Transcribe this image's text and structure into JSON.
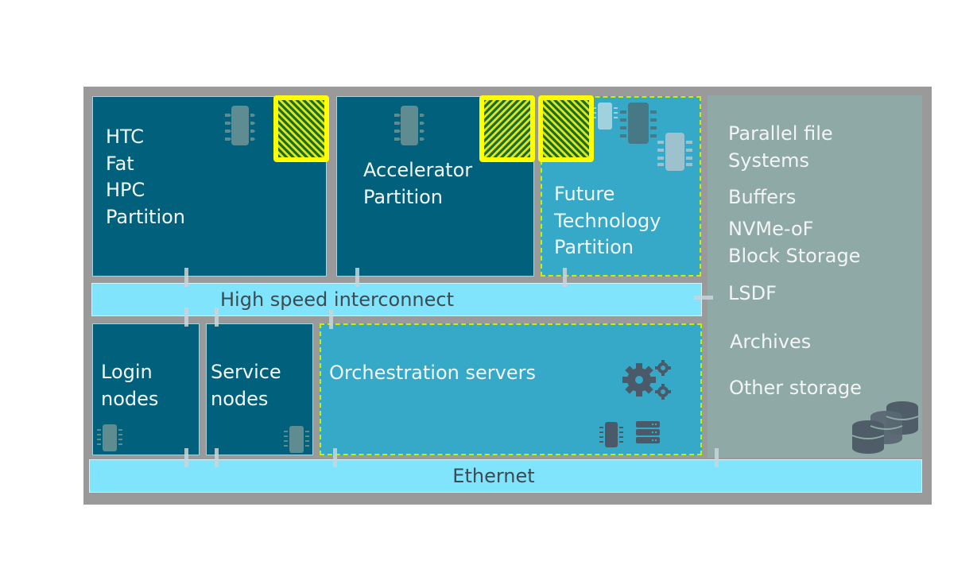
{
  "diagram": {
    "partitions": {
      "htc": {
        "label": "HTC\nFat\nHPC\nPartition"
      },
      "accelerator": {
        "label": "Accelerator\nPartition"
      },
      "future": {
        "label": "Future\nTechnology\nPartition"
      }
    },
    "interconnect": {
      "label": "High speed interconnect"
    },
    "nodes": {
      "login": {
        "label": "Login\nnodes"
      },
      "service": {
        "label": "Service\nnodes"
      },
      "orchestration": {
        "label": "Orchestration servers"
      }
    },
    "ethernet": {
      "label": "Ethernet"
    },
    "storage": {
      "items": [
        "Parallel file\nSystems",
        "Buffers",
        "NVMe-oF\nBlock Storage",
        "LSDF",
        "Archives",
        "Other storage"
      ]
    },
    "icons": [
      "chip-icon",
      "hatched-highlight",
      "gears-icon",
      "server-rack-icon",
      "database-icon"
    ],
    "colors": {
      "frame": "#9a9a9a",
      "dark_partition": "#01617c",
      "light_partition": "#36a8c8",
      "bus": "#80e4fc",
      "storage": "#8fa9a6",
      "highlight": "#ffff00",
      "dashed_border": "#c7f000"
    }
  }
}
